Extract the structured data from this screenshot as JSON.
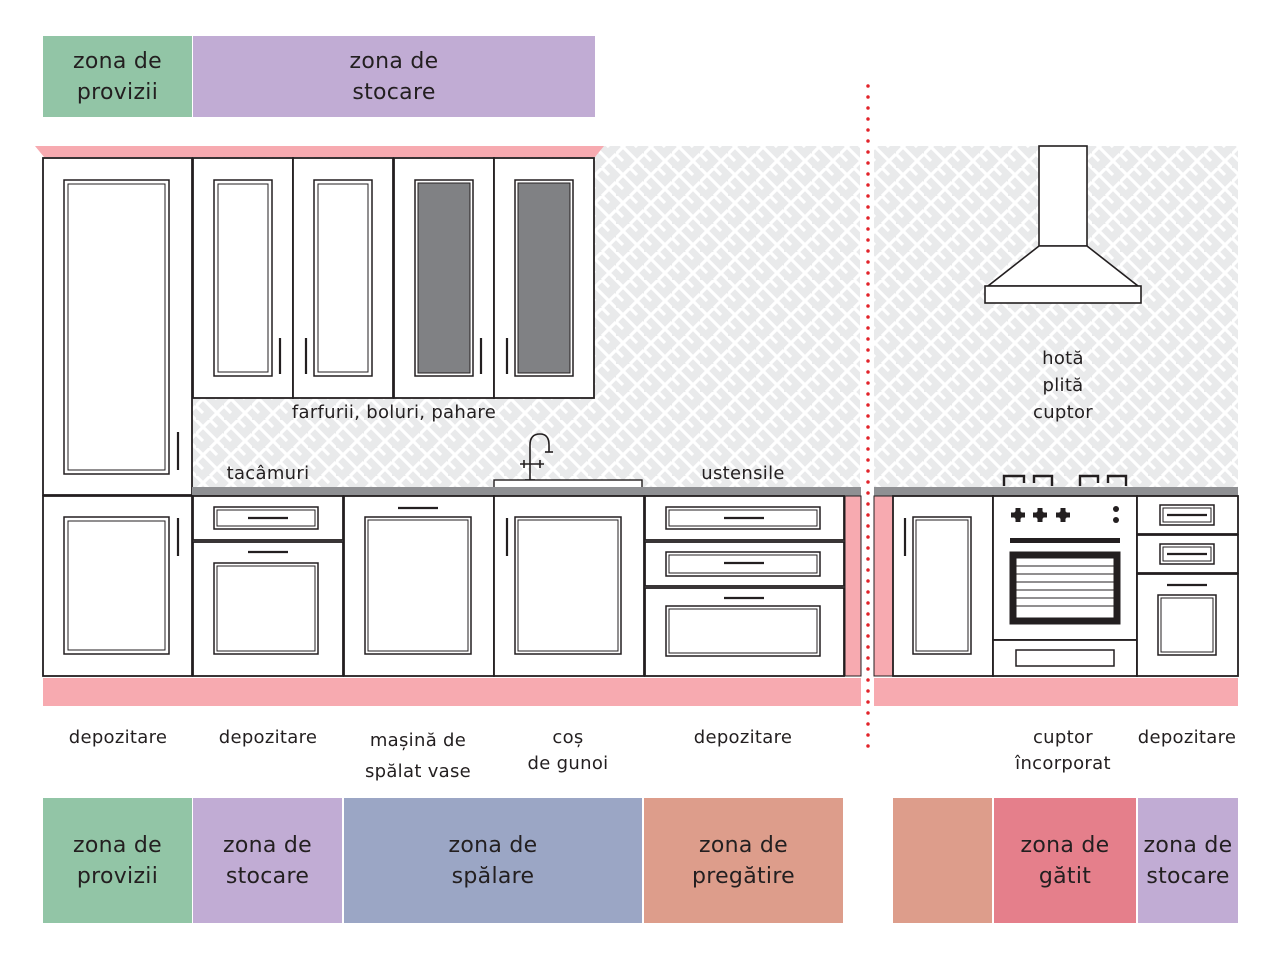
{
  "top_zones": [
    {
      "line1": "zona de",
      "line2": "provizii",
      "color": "#92c5a6"
    },
    {
      "line1": "zona de",
      "line2": "stocare",
      "color": "#c1acd4"
    }
  ],
  "wall_labels": {
    "upper_cabinets": "farfurii, boluri, pahare",
    "cutlery": "tacâmuri",
    "utensils": "ustensile",
    "cooking": {
      "line1": "hotă",
      "line2": "plită",
      "line3": "cuptor"
    }
  },
  "base_labels": [
    {
      "line1": "depozitare",
      "line2": ""
    },
    {
      "line1": "depozitare",
      "line2": ""
    },
    {
      "line1": "mașină de",
      "line2": "spălat vase"
    },
    {
      "line1": "coș",
      "line2": "de gunoi"
    },
    {
      "line1": "depozitare",
      "line2": ""
    },
    {
      "line1": "cuptor",
      "line2": "încorporat"
    },
    {
      "line1": "depozitare",
      "line2": ""
    }
  ],
  "bottom_zones": [
    {
      "line1": "zona de",
      "line2": "provizii",
      "color": "#92c5a6"
    },
    {
      "line1": "zona de",
      "line2": "stocare",
      "color": "#c1acd4"
    },
    {
      "line1": "zona de",
      "line2": "spălare",
      "color": "#9ba6c5"
    },
    {
      "line1": "zona de",
      "line2": "pregătire",
      "color": "#dd9d8b"
    },
    {
      "line1": "",
      "line2": "",
      "color": "#dd9d8b"
    },
    {
      "line1": "zona de",
      "line2": "gătit",
      "color": "#e57f8b"
    },
    {
      "line1": "zona de",
      "line2": "stocare",
      "color": "#c1acd4"
    }
  ],
  "colors": {
    "plinth": "#f7aab0",
    "backsplash": "#e9eaeb",
    "countertop": "#8f9093",
    "glass": "#808184",
    "divider": "#e2232a",
    "outline": "#231f20"
  }
}
